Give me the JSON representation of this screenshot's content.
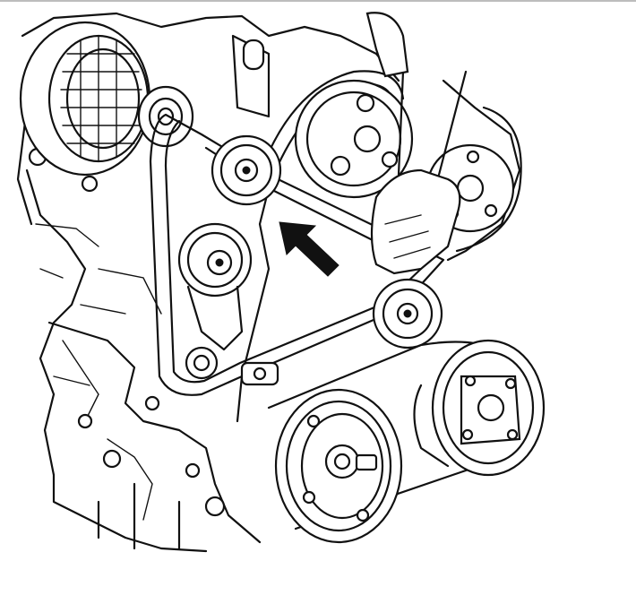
{
  "figure": {
    "subject": "engine-accessory-drive-belt",
    "components": [
      {
        "name": "alternator",
        "icon": "alternator-icon"
      },
      {
        "name": "idler-pulley-upper",
        "icon": "pulley-icon"
      },
      {
        "name": "tensioner",
        "icon": "tensioner-icon"
      },
      {
        "name": "power-steering-pulley",
        "icon": "pulley-icon"
      },
      {
        "name": "idler-pulley-lower",
        "icon": "pulley-icon"
      },
      {
        "name": "crankshaft-pulley",
        "icon": "pulley-icon"
      },
      {
        "name": "ac-compressor-pulley",
        "icon": "pulley-icon"
      },
      {
        "name": "hand",
        "icon": "hand-icon"
      },
      {
        "name": "direction-arrow",
        "icon": "arrow-icon"
      }
    ],
    "colors": {
      "line": "#111111",
      "background": "#ffffff",
      "rule": "#bdbdbd"
    }
  }
}
